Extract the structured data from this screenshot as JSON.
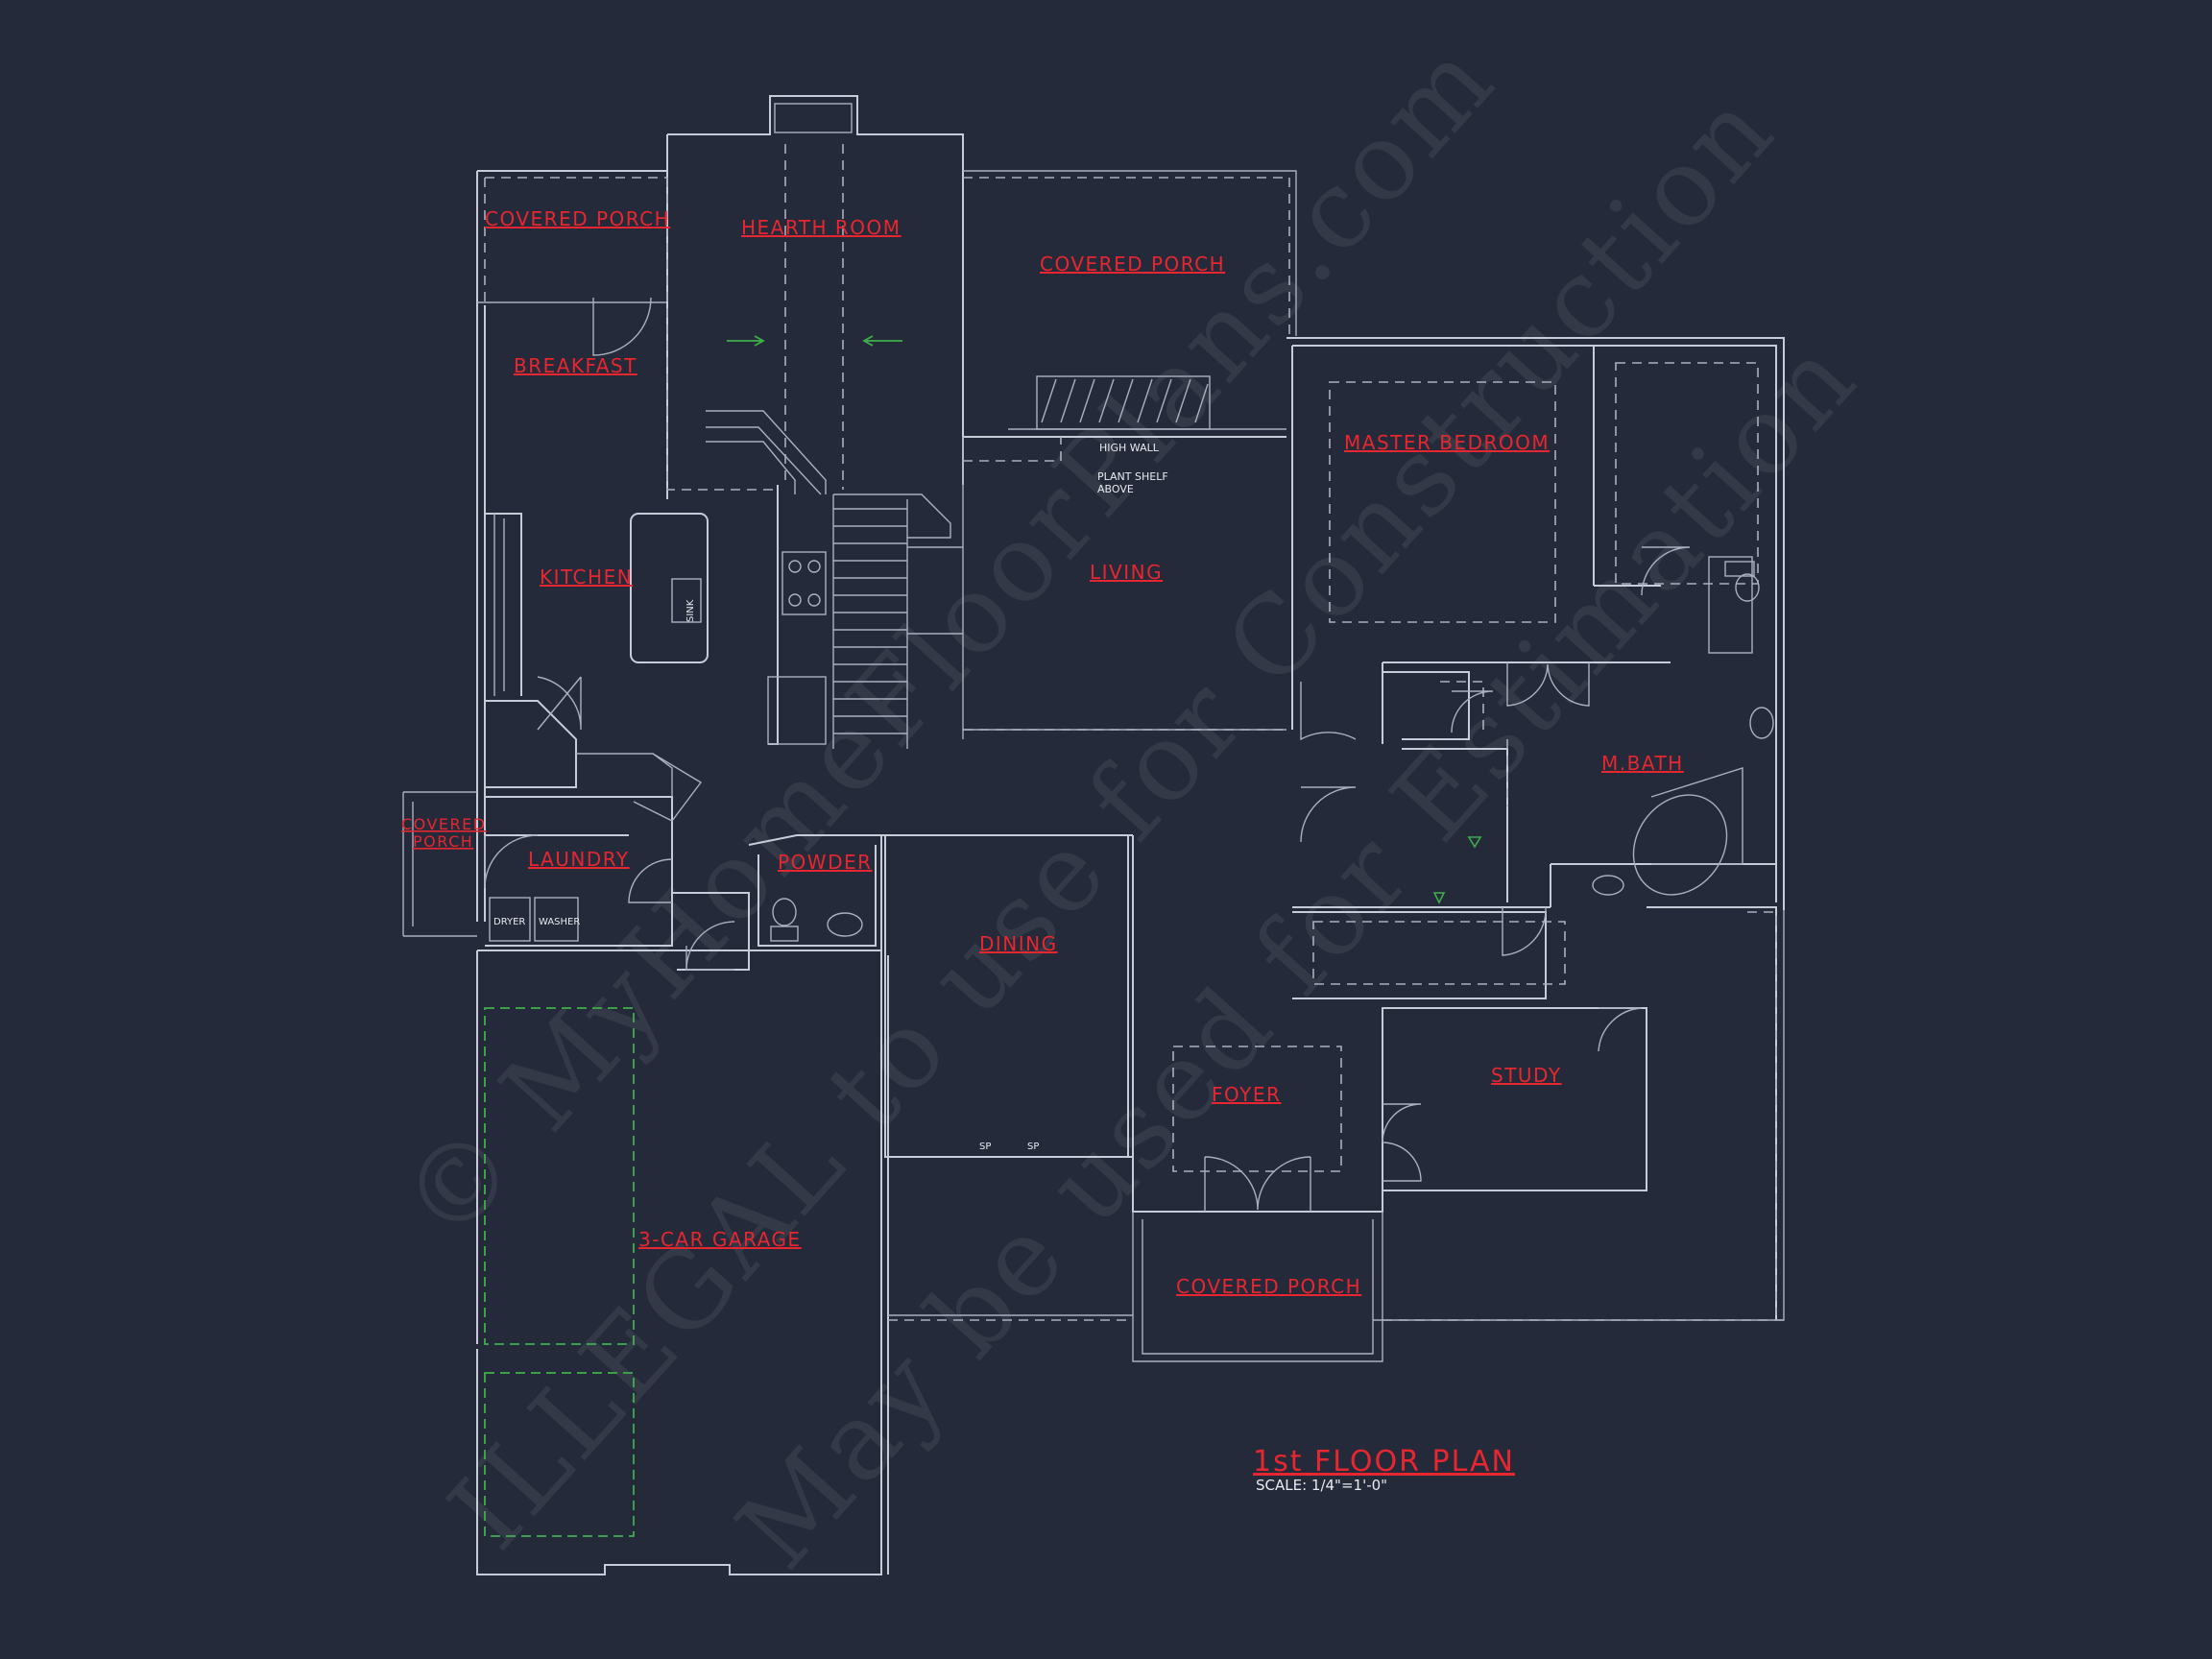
{
  "watermark": {
    "line1": "© MyHomeFloorPlans.com",
    "line2": "ILLEGAL to use for Construction",
    "line3": "May be used for Estimation"
  },
  "rooms": {
    "covered_porch_nw": "COVERED PORCH",
    "hearth_room": "HEARTH ROOM",
    "covered_porch_n": "COVERED PORCH",
    "breakfast": "BREAKFAST",
    "master_bedroom": "MASTER BEDROOM",
    "kitchen": "KITCHEN",
    "living": "LIVING",
    "m_bath": "M.BATH",
    "covered_porch_w_1": "COVERED",
    "covered_porch_w_2": "PORCH",
    "laundry": "LAUNDRY",
    "powder": "POWDER",
    "dining": "DINING",
    "foyer": "FOYER",
    "study": "STUDY",
    "garage": "3-CAR GARAGE",
    "covered_porch_s": "COVERED PORCH"
  },
  "notes": {
    "high_wall": "HIGH WALL",
    "plant_shelf_1": "PLANT SHELF",
    "plant_shelf_2": "ABOVE",
    "dryer": "DRYER",
    "washer": "WASHER",
    "sink": "SINK",
    "sp_1": "SP",
    "sp_2": "SP"
  },
  "title": {
    "main": "1st FLOOR PLAN",
    "scale": "SCALE: 1/4\"=1'-0\""
  },
  "colors": {
    "background": "#242a3a",
    "wall": "#c8ccd8",
    "label": "#e8262f",
    "guide": "#3fae4a"
  }
}
